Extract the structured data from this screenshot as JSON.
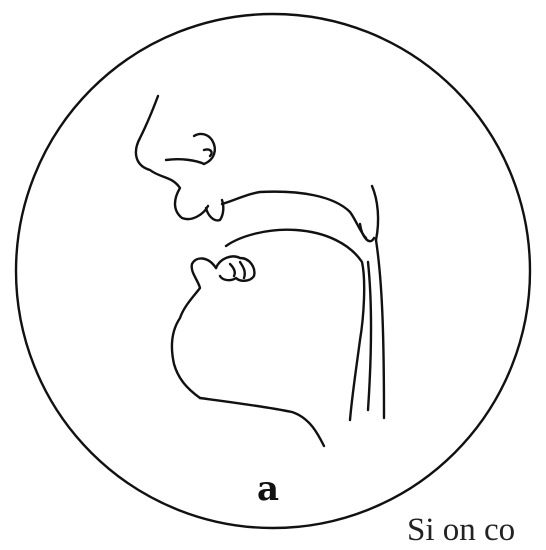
{
  "figure": {
    "label": "a",
    "caption_fragment": "Si on co",
    "icon": "vocal-tract-sagittal-section"
  },
  "colors": {
    "ink": "#111111",
    "background": "#ffffff"
  }
}
